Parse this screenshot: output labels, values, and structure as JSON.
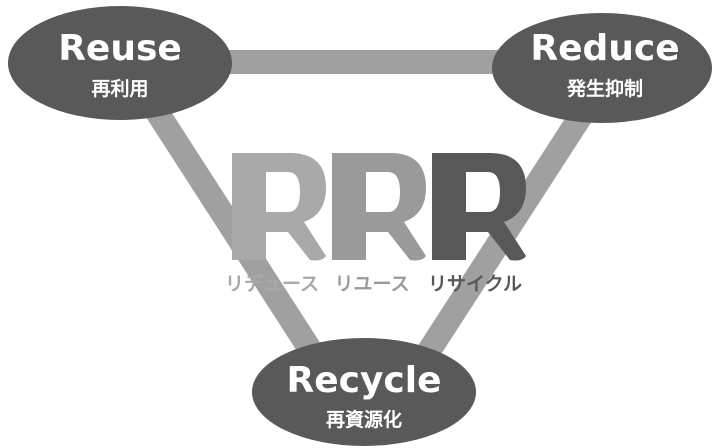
{
  "nodes": {
    "reuse": {
      "title": "Reuse",
      "subtitle": "再利用"
    },
    "reduce": {
      "title": "Reduce",
      "subtitle": "発生抑制"
    },
    "recycle": {
      "title": "Recycle",
      "subtitle": "再資源化"
    }
  },
  "letters": [
    {
      "glyph": "R",
      "caption": "リデュース",
      "color": "#a9a9a9"
    },
    {
      "glyph": "R",
      "caption": "リユース",
      "color": "#9a9a9a"
    },
    {
      "glyph": "R",
      "caption": "リサイクル",
      "color": "#585858"
    }
  ],
  "colors": {
    "ellipse": "#595959",
    "connector": "#a0a0a0",
    "text_on_ellipse": "#ffffff"
  }
}
